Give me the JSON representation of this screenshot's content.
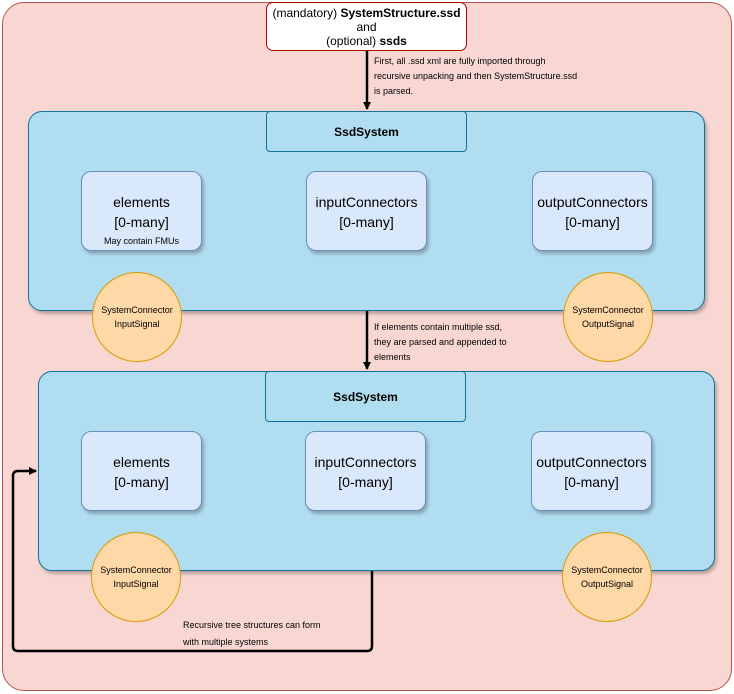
{
  "header": {
    "line1_prefix": "(mandatory) ",
    "line1_bold": "SystemStructure.ssd",
    "line2": "and",
    "line3_prefix": "(optional) ",
    "line3_bold": "ssds"
  },
  "annotations": {
    "import_line1": "First, all .ssd xml are fully imported through",
    "import_line2": "recursive unpacking and then SystemStructure.ssd",
    "import_line3": "is parsed.",
    "nested_line1": "If elements contain multiple ssd,",
    "nested_line2": "they are parsed and appended to",
    "nested_line3": "elements",
    "recursive_line1": "Recursive tree structures can form",
    "recursive_line2": "with multiple systems"
  },
  "systems": [
    {
      "title": "SsdSystem",
      "elements": {
        "label": "elements",
        "count": "[0-many]",
        "note": "May contain FMUs"
      },
      "input_connectors": {
        "label": "inputConnectors",
        "count": "[0-many]"
      },
      "output_connectors": {
        "label": "outputConnectors",
        "count": "[0-many]"
      },
      "input_signal": {
        "line1": "SystemConnector",
        "line2": "InputSignal"
      },
      "output_signal": {
        "line1": "SystemConnector",
        "line2": "OutputSignal"
      }
    },
    {
      "title": "SsdSystem",
      "elements": {
        "label": "elements",
        "count": "[0-many]"
      },
      "input_connectors": {
        "label": "inputConnectors",
        "count": "[0-many]"
      },
      "output_connectors": {
        "label": "outputConnectors",
        "count": "[0-many]"
      },
      "input_signal": {
        "line1": "SystemConnector",
        "line2": "InputSignal"
      },
      "output_signal": {
        "line1": "SystemConnector",
        "line2": "OutputSignal"
      }
    }
  ],
  "colors": {
    "container_fill": "#f8d7d3",
    "container_stroke": "#b85450",
    "system_fill": "#b1ddf0",
    "system_stroke": "#10739e",
    "inner_fill": "#dae8fc",
    "inner_stroke": "#6c8ebf",
    "connector_fill": "#ffd8a8",
    "connector_stroke": "#d79b00"
  }
}
